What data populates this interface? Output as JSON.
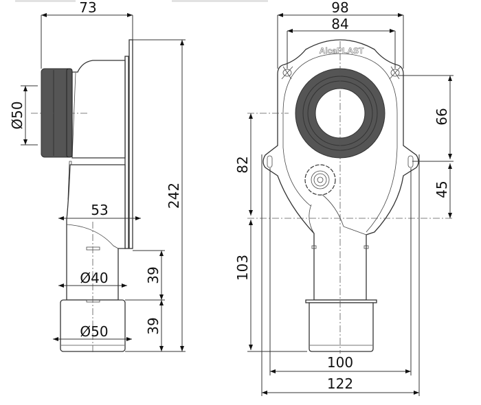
{
  "brand": "AlcaPLAST",
  "side_view": {
    "width_top": "73",
    "inlet_diameter": "Ø50",
    "total_height": "242",
    "offset": "53",
    "pipe_diameter": "Ø40",
    "outlet_diameter": "Ø50",
    "pipe_height": "39",
    "outlet_height": "39"
  },
  "front_view": {
    "width_outer": "98",
    "width_inner": "84",
    "upper_height": "66",
    "lower_height": "45",
    "center_height": "82",
    "outlet_height": "103",
    "mount_width": "100",
    "total_width": "122"
  },
  "colors": {
    "rubber": "#555555",
    "line": "#333333"
  }
}
